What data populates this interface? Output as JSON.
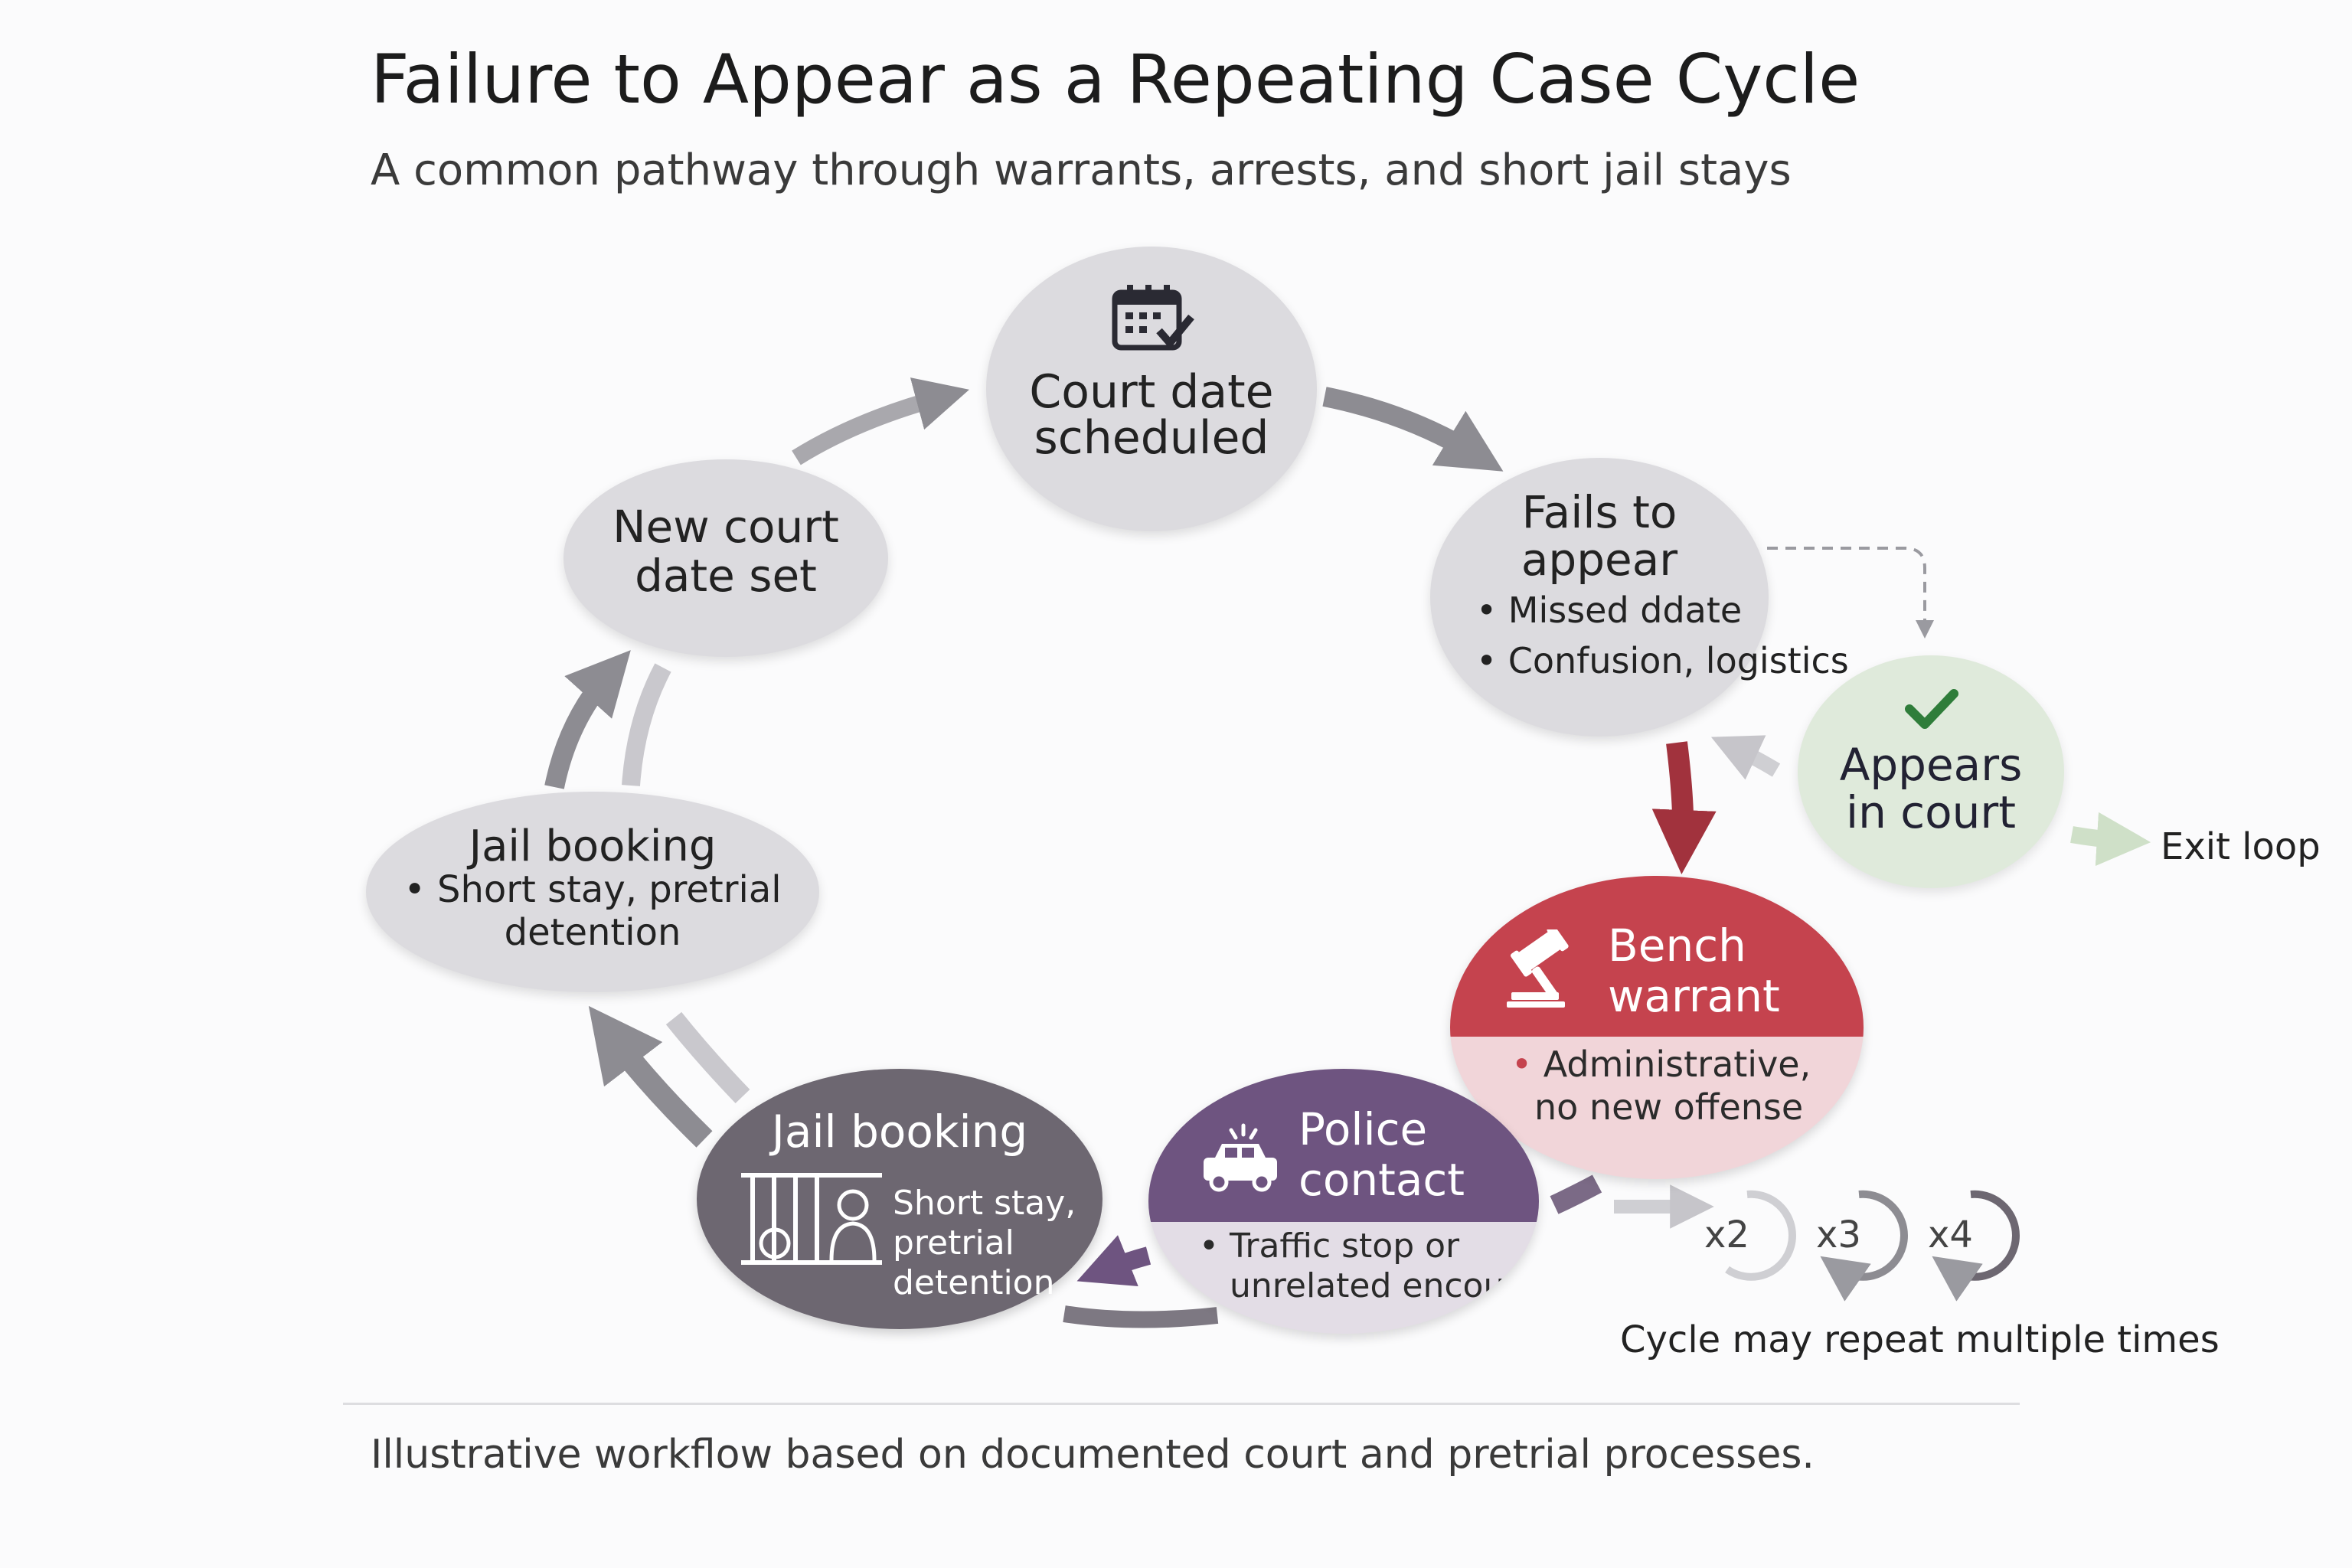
{
  "title": "Failure to Appear as a Repeating Case Cycle",
  "subtitle": "A common pathway through warrants, arrests, and short jail stays",
  "footer": "Illustrative workflow based on documented court and pretrial processes.",
  "colors": {
    "grey_node": "#dcdbdf",
    "bench_red": "#c5434e",
    "bench_pink": "#f1d5d9",
    "police_purple": "#6e5480",
    "police_light": "#e3dde6",
    "jail_dark": "#6d6771",
    "appears_green": "#dfeadb",
    "check_green": "#2f7d3a",
    "arrow_grey": "#8d8c92",
    "arrow_red": "#a1323d"
  },
  "nodes": {
    "court_date": {
      "line1": "Court date",
      "line2": "scheduled",
      "icon": "calendar-check-icon"
    },
    "new_court_date": {
      "line1": "New court",
      "line2": "date set"
    },
    "jail_booking_1": {
      "title": "Jail booking",
      "bullet_line1": "• Short stay, pretrial",
      "bullet_line2": "detention"
    },
    "fails_to_appear": {
      "line1": "Fails to",
      "line2": "appear",
      "bullets": [
        "• Missed ddate",
        "• Confusion, logistics"
      ]
    },
    "appears_in_court": {
      "line1": "Appears",
      "line2": "in court",
      "icon": "check-icon"
    },
    "exit": "Exit loop",
    "bench_warrant": {
      "line1": "Bench",
      "line2": "warrant",
      "icon": "gavel-icon",
      "bullet_mark": "•",
      "desc_line1": "Administrative,",
      "desc_line2": "no new offense"
    },
    "police_contact": {
      "line1": "Police",
      "line2": "contact",
      "icon": "police-car-icon",
      "desc_line1": "• Traffic stop or",
      "desc_line2": "unrelated encounter"
    },
    "jail_booking_2": {
      "title": "Jail booking",
      "icon": "jail-bars-icon",
      "desc_line1": "Short stay,",
      "desc_line2": "pretrial",
      "desc_line3": "detention"
    }
  },
  "repeats": {
    "multipliers": [
      "x2",
      "x3",
      "x4"
    ],
    "caption": "Cycle may repeat multiple times"
  }
}
